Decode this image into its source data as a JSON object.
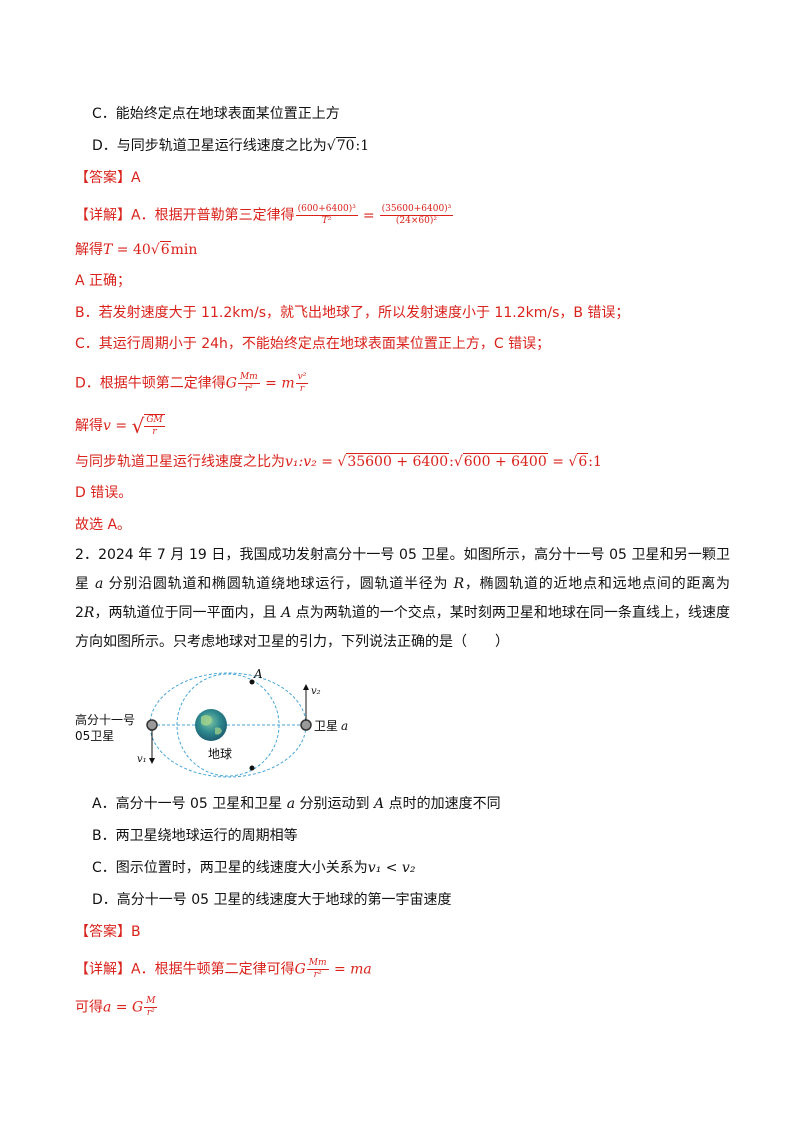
{
  "prev_question": {
    "option_c": "C．能始终定点在地球表面某位置正上方",
    "option_d_prefix": "D．与同步轨道卫星运行线速度之比为",
    "option_d_radicand": "70",
    "option_d_suffix": ":1"
  },
  "prev_answer": {
    "answer_label": "【答案】A",
    "detail_label": "【详解】",
    "a_text": "A．根据开普勒第三定律得",
    "a_frac1_num": "(600+6400)³",
    "a_frac1_den": "T²",
    "a_eq": "=",
    "a_frac2_num": "(35600+6400)³",
    "a_frac2_den": "(24×60)²",
    "solve_prefix": "解得",
    "solve_var": "T",
    "solve_eq": " = 40",
    "solve_radicand": "6",
    "solve_unit": "min",
    "a_correct": "A 正确；",
    "b_text": "B．若发射速度大于 11.2km/s，就飞出地球了，所以发射速度小于 11.2km/s，B 错误；",
    "c_text": "C．其运行周期小于 24h，不能始终定点在地球表面某位置正上方，C 错误；",
    "d_text": "D．根据牛顿第二定律得",
    "d_G": "G",
    "d_frac1_num": "Mm",
    "d_frac1_den": "r²",
    "d_eq": " = m",
    "d_frac2_num": "v²",
    "d_frac2_den": "r",
    "d_solve_prefix": "解得",
    "d_solve_var": "v",
    "d_solve_eq": " = ",
    "d_solve_num": "GM",
    "d_solve_den": "r",
    "ratio_prefix": "与同步轨道卫星运行线速度之比为",
    "ratio_vars": "v₁:v₂",
    "ratio_eq": " = ",
    "ratio_rad1": "35600 + 6400",
    "ratio_colon": ":",
    "ratio_rad2": "600 + 6400",
    "ratio_eq2": " = ",
    "ratio_rad3": "6",
    "ratio_tail": ":1",
    "d_wrong": "D 错误。",
    "conclusion": "故选 A。"
  },
  "question2": {
    "stem_1": "2．2024 年 7 月 19 日，我国成功发射高分十一号 05 卫星。如图所示，高分十一号 05 卫星和另一颗卫星 ",
    "stem_a": "a",
    "stem_2": " 分别沿圆轨道和椭圆轨道绕地球运行，圆轨道半径为 ",
    "stem_R": "R",
    "stem_3": "，椭圆轨道的近地点和远地点间的距离为 2",
    "stem_2R": "R",
    "stem_4": "，两轨道位于同一平面内，且 ",
    "stem_A": "A",
    "stem_5": " 点为两轨道的一个交点，某时刻两卫星和地球在同一条直线上，线速度方向如图所示。只考虑地球对卫星的引力，下列说法正确的是（　　）",
    "figure": {
      "label_gaofen_line1": "高分十一号",
      "label_gaofen_line2": "05卫星",
      "label_earth": "地球",
      "label_satellite_a": "卫星",
      "label_a_var": "a",
      "label_point_A": "A",
      "label_v1": "v₁",
      "label_v2": "v₂"
    },
    "option_a_1": "A．高分十一号 05 卫星和卫星 ",
    "option_a_var": "a",
    "option_a_2": " 分别运动到 ",
    "option_a_A": "A",
    "option_a_3": " 点时的加速度不同",
    "option_b": "B．两卫星绕地球运行的周期相等",
    "option_c_prefix": "C．图示位置时，两卫星的线速度大小关系为",
    "option_c_math": "v₁ < v₂",
    "option_d": "D．高分十一号 05 卫星的线速度大于地球的第一宇宙速度"
  },
  "answer2": {
    "answer_label": "【答案】B",
    "detail_label": "【详解】",
    "a_text": "A．根据牛顿第二定律可得",
    "a_G": "G",
    "a_frac_num": "Mm",
    "a_frac_den": "r²",
    "a_eq": " = ma",
    "solve_prefix": "可得",
    "solve_var": "a",
    "solve_eq": " = G",
    "solve_num": "M",
    "solve_den": "r²"
  },
  "colors": {
    "answer_red": "#d9221b",
    "text_black": "#111111",
    "orbit_blue": "#4aa6d6"
  }
}
